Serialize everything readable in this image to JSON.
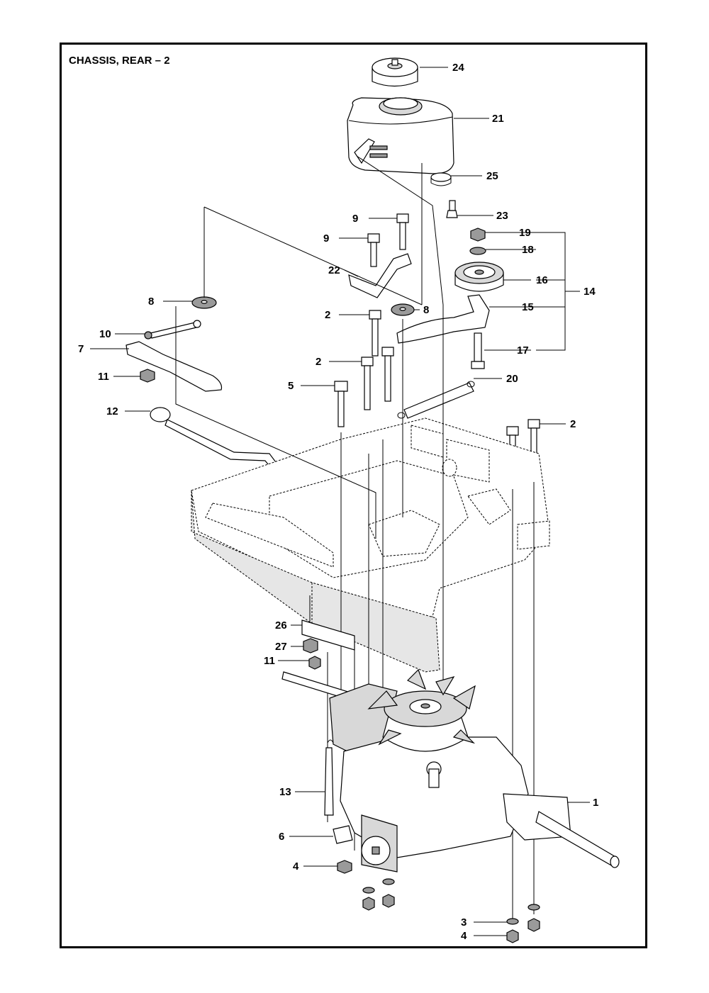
{
  "title": "CHASSIS, REAR – 2",
  "callouts": [
    "24",
    "21",
    "25",
    "23",
    "9",
    "9",
    "19",
    "18",
    "22",
    "16",
    "14",
    "8",
    "8",
    "15",
    "2",
    "10",
    "7",
    "17",
    "11",
    "2",
    "20",
    "5",
    "12",
    "2",
    "26",
    "27",
    "11",
    "1",
    "13",
    "6",
    "4",
    "3",
    "4"
  ]
}
